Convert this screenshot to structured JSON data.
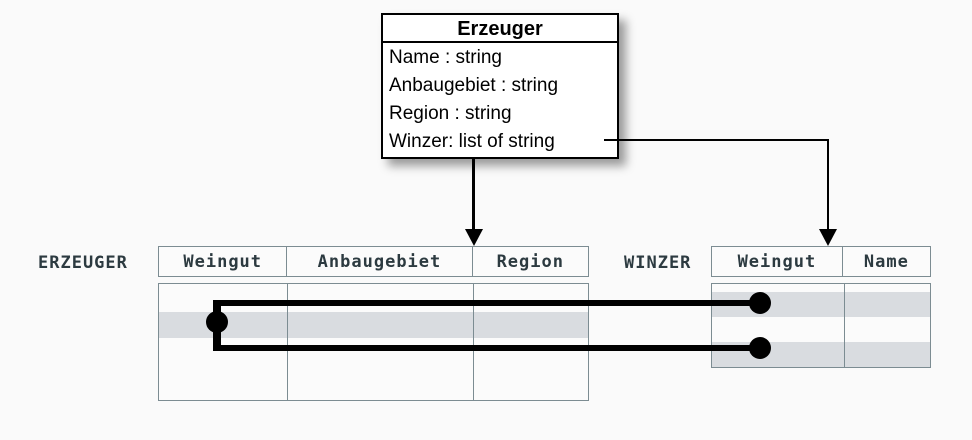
{
  "diagram": {
    "background_color": "#fafafa",
    "line_color": "#000000",
    "table_border_color": "#7c8c92",
    "table_text_color": "#2c3a40",
    "row_highlight_color": "#d9dce0"
  },
  "uml_class": {
    "title": "Erzeuger",
    "attributes": [
      "Name : string",
      "Anbaugebiet : string",
      "Region : string",
      "Winzer: list of string"
    ]
  },
  "tables": [
    {
      "name": "ERZEUGER",
      "columns": [
        "Weingut",
        "Anbaugebiet",
        "Region"
      ],
      "row_count": 4,
      "highlighted_rows": [
        2
      ]
    },
    {
      "name": "WINZER",
      "columns": [
        "Weingut",
        "Name"
      ],
      "row_count": 3,
      "highlighted_rows": [
        1,
        3
      ]
    }
  ],
  "connectors": {
    "class_to_erzeuger": "arrow-down",
    "class_to_winzer": "elbow-arrow-down",
    "erzeuger_to_winzer": "bracket-link"
  }
}
